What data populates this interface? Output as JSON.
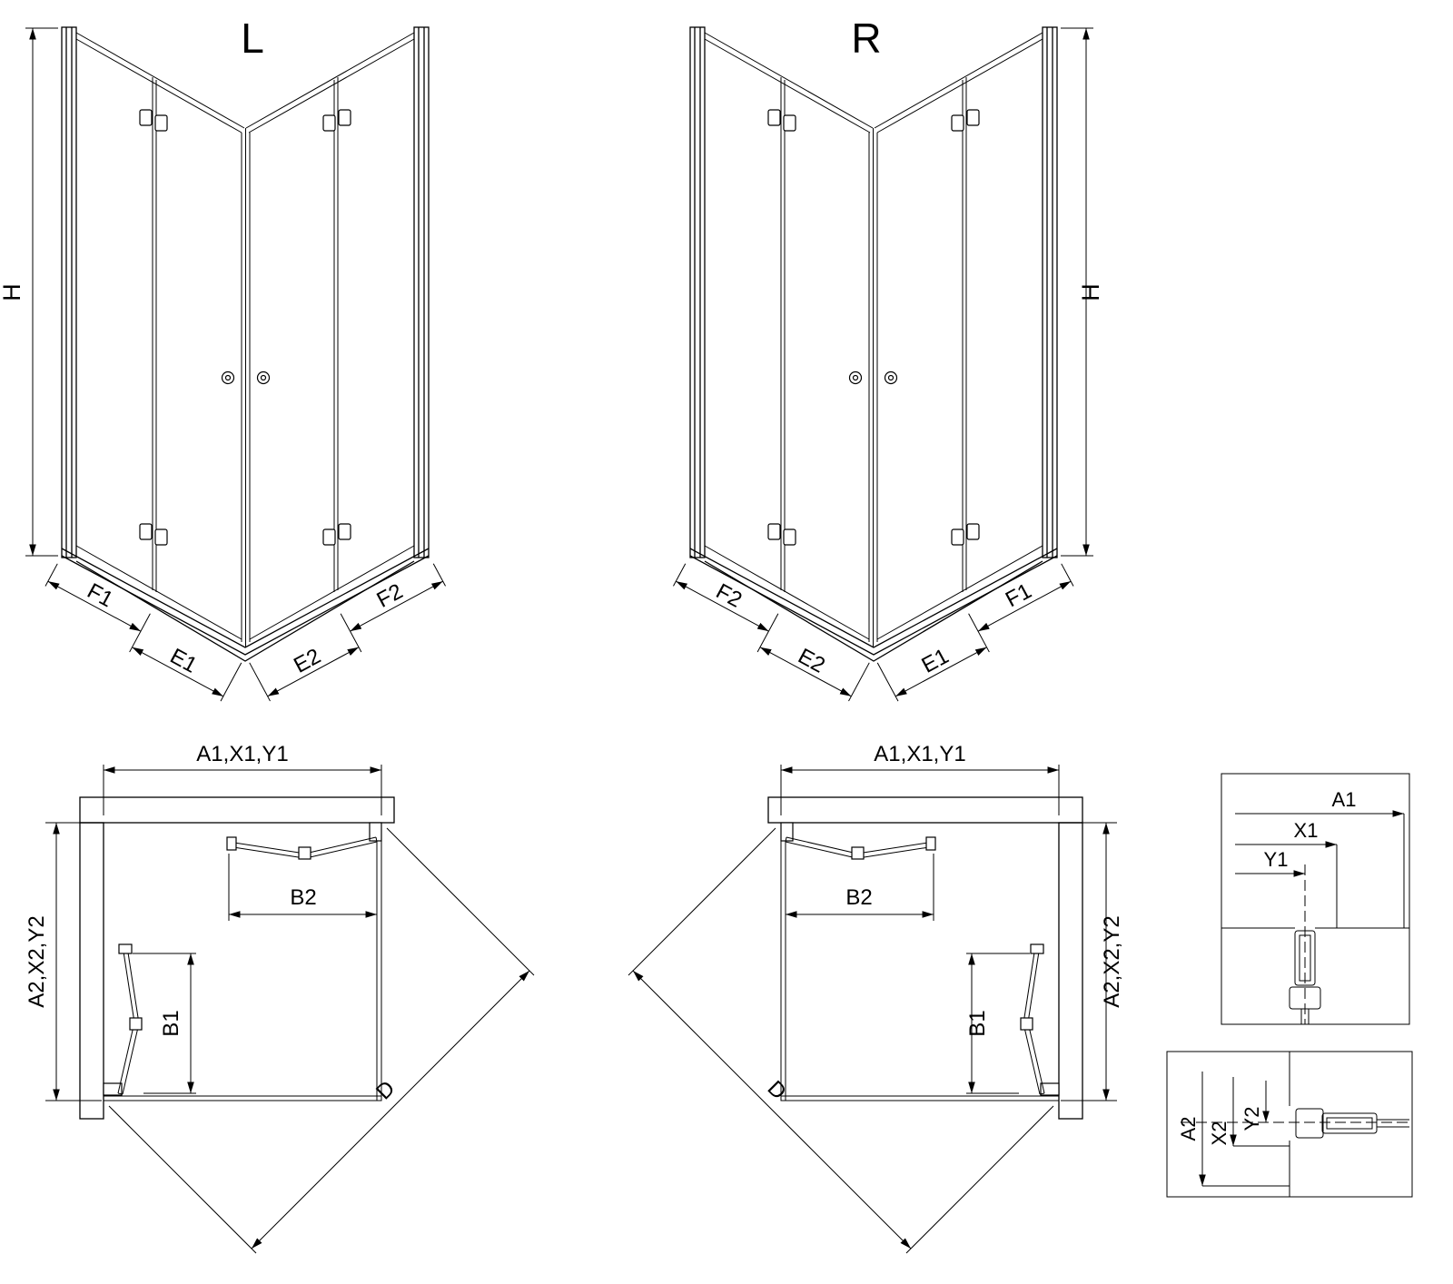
{
  "drawing": {
    "type": "technical-drawing",
    "subject": "corner-entry bi-fold shower enclosure, left and right variants",
    "colors": {
      "line": "#000000",
      "background": "#ffffff"
    },
    "iso_left": {
      "variant_label": "L",
      "height_label": "H",
      "bottom_labels": {
        "outer_left": "F1",
        "inner_left": "E1",
        "inner_right": "E2",
        "outer_right": "F2"
      }
    },
    "iso_right": {
      "variant_label": "R",
      "height_label": "H",
      "bottom_labels": {
        "outer_left": "F2",
        "inner_left": "E2",
        "inner_right": "E1",
        "outer_right": "F1"
      }
    },
    "plan_left": {
      "width_label": "A1,X1,Y1",
      "depth_label": "A2,X2,Y2",
      "door_top_label": "B2",
      "door_side_label": "B1",
      "diagonal_label": "D"
    },
    "plan_right": {
      "width_label": "A1,X1,Y1",
      "depth_label": "A2,X2,Y2",
      "door_top_label": "B2",
      "door_side_label": "B1",
      "diagonal_label": "D"
    },
    "detail_width_profile": {
      "labels": [
        "A1",
        "X1",
        "Y1"
      ]
    },
    "detail_depth_profile": {
      "labels": [
        "A2",
        "X2",
        "Y2"
      ]
    }
  }
}
